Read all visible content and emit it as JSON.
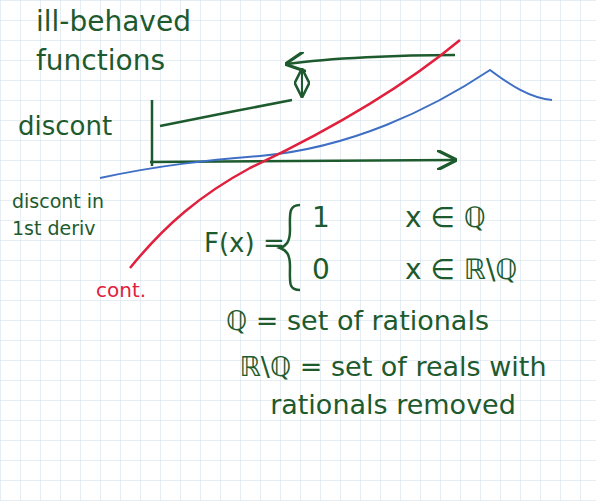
{
  "diagram": {
    "labels": [
      "ill-behaved functions",
      "discont",
      "discont in 1st deriv",
      "cont.",
      "F(x) =",
      "1",
      "x ∈ ℚ",
      "0",
      "x ∈ ℝ\\ℚ",
      "ℚ = set of rationals",
      "ℝ\\ℚ = set of reals with rationals removed"
    ]
  }
}
